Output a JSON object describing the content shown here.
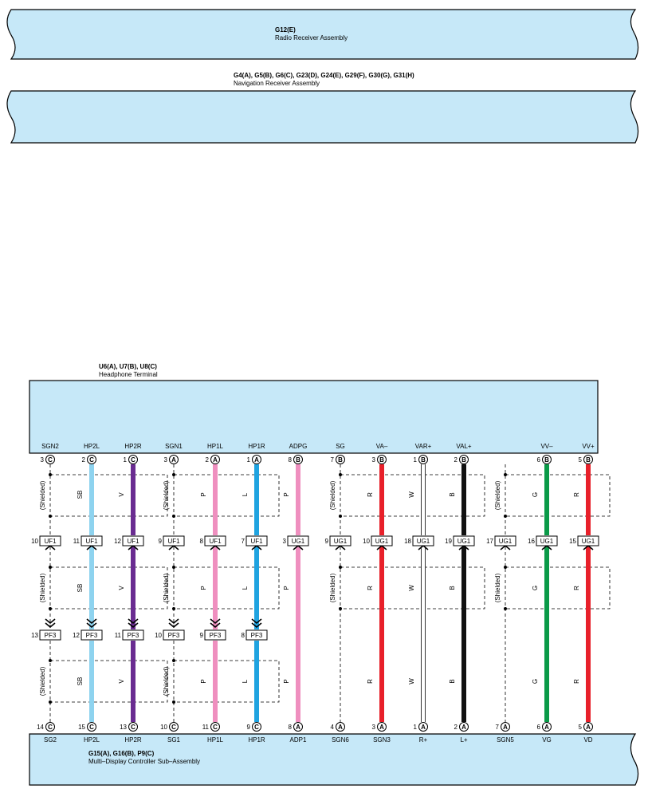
{
  "components": {
    "radio": {
      "code": "G12(E)",
      "name": "Radio Receiver Assembly"
    },
    "navigation": {
      "code": "G4(A), G5(B), G6(C), G23(D), G24(E), G29(F), G30(G), G31(H)",
      "name": "Navigation Receiver Assembly"
    },
    "headphone": {
      "code": "U6(A), U7(B), U8(C)",
      "name": "Headphone Terminal"
    },
    "controller": {
      "code": "G15(A), G16(B), P9(C)",
      "name": "Multi–Display Controller Sub–Assembly"
    }
  },
  "shielded_label": "(Shielded)",
  "wire_colors": {
    "SB": "#8ed3ef",
    "V": "#6a2c91",
    "P": "#ef8fbf",
    "L": "#1fa3e0",
    "R": "#e8202a",
    "W": "#ffffff",
    "B": "#111111",
    "G": "#0a9a48",
    "NONE": "#000000"
  },
  "box_fill": "#c6e8f8",
  "columns": [
    {
      "top_name": "SGN2",
      "top_pin": "3",
      "top_conn": "C",
      "uf": "UF1",
      "uf_pin": "10",
      "pf": "PF3",
      "pf_pin": "13",
      "bot_pin": "14",
      "bot_conn": "C",
      "bot_name": "SG2",
      "wire": ""
    },
    {
      "top_name": "HP2L",
      "top_pin": "2",
      "top_conn": "C",
      "uf": "UF1",
      "uf_pin": "11",
      "pf": "PF3",
      "pf_pin": "12",
      "bot_pin": "15",
      "bot_conn": "C",
      "bot_name": "HP2L",
      "wire": "SB"
    },
    {
      "top_name": "HP2R",
      "top_pin": "1",
      "top_conn": "C",
      "uf": "UF1",
      "uf_pin": "12",
      "pf": "PF3",
      "pf_pin": "11",
      "bot_pin": "13",
      "bot_conn": "C",
      "bot_name": "HP2R",
      "wire": "V"
    },
    {
      "top_name": "SGN1",
      "top_pin": "3",
      "top_conn": "A",
      "uf": "UF1",
      "uf_pin": "9",
      "pf": "PF3",
      "pf_pin": "10",
      "bot_pin": "10",
      "bot_conn": "C",
      "bot_name": "SG1",
      "wire": ""
    },
    {
      "top_name": "HP1L",
      "top_pin": "2",
      "top_conn": "A",
      "uf": "UF1",
      "uf_pin": "8",
      "pf": "PF3",
      "pf_pin": "9",
      "bot_pin": "11",
      "bot_conn": "C",
      "bot_name": "HP1L",
      "wire": "P"
    },
    {
      "top_name": "HP1R",
      "top_pin": "1",
      "top_conn": "A",
      "uf": "UF1",
      "uf_pin": "7",
      "pf": "PF3",
      "pf_pin": "8",
      "bot_pin": "9",
      "bot_conn": "C",
      "bot_name": "HP1R",
      "wire": "L"
    },
    {
      "top_name": "ADPG",
      "top_pin": "8",
      "top_conn": "B",
      "uf": "UG1",
      "uf_pin": "3",
      "pf": "",
      "pf_pin": "",
      "bot_pin": "8",
      "bot_conn": "A",
      "bot_name": "ADP1",
      "wire": "P"
    },
    {
      "top_name": "SG",
      "top_pin": "7",
      "top_conn": "B",
      "uf": "UG1",
      "uf_pin": "9",
      "pf": "",
      "pf_pin": "",
      "bot_pin": "4",
      "bot_conn": "A",
      "bot_name": "SGN6",
      "wire": ""
    },
    {
      "top_name": "VA–",
      "top_pin": "3",
      "top_conn": "B",
      "uf": "UG1",
      "uf_pin": "10",
      "pf": "",
      "pf_pin": "",
      "bot_pin": "3",
      "bot_conn": "A",
      "bot_name": "SGN3",
      "wire": "R"
    },
    {
      "top_name": "VAR+",
      "top_pin": "1",
      "top_conn": "B",
      "uf": "UG1",
      "uf_pin": "18",
      "pf": "",
      "pf_pin": "",
      "bot_pin": "1",
      "bot_conn": "A",
      "bot_name": "R+",
      "wire": "W"
    },
    {
      "top_name": "VAL+",
      "top_pin": "2",
      "top_conn": "B",
      "uf": "UG1",
      "uf_pin": "19",
      "pf": "",
      "pf_pin": "",
      "bot_pin": "2",
      "bot_conn": "A",
      "bot_name": "L+",
      "wire": "B"
    },
    {
      "top_name": "",
      "top_pin": "",
      "top_conn": "",
      "uf": "UG1",
      "uf_pin": "17",
      "pf": "",
      "pf_pin": "",
      "bot_pin": "7",
      "bot_conn": "A",
      "bot_name": "SGN5",
      "wire": ""
    },
    {
      "top_name": "VV–",
      "top_pin": "6",
      "top_conn": "B",
      "uf": "UG1",
      "uf_pin": "16",
      "pf": "",
      "pf_pin": "",
      "bot_pin": "6",
      "bot_conn": "A",
      "bot_name": "VG",
      "wire": "G"
    },
    {
      "top_name": "VV+",
      "top_pin": "5",
      "top_conn": "B",
      "uf": "UG1",
      "uf_pin": "15",
      "pf": "",
      "pf_pin": "",
      "bot_pin": "5",
      "bot_conn": "A",
      "bot_name": "VD",
      "wire": "R"
    }
  ]
}
